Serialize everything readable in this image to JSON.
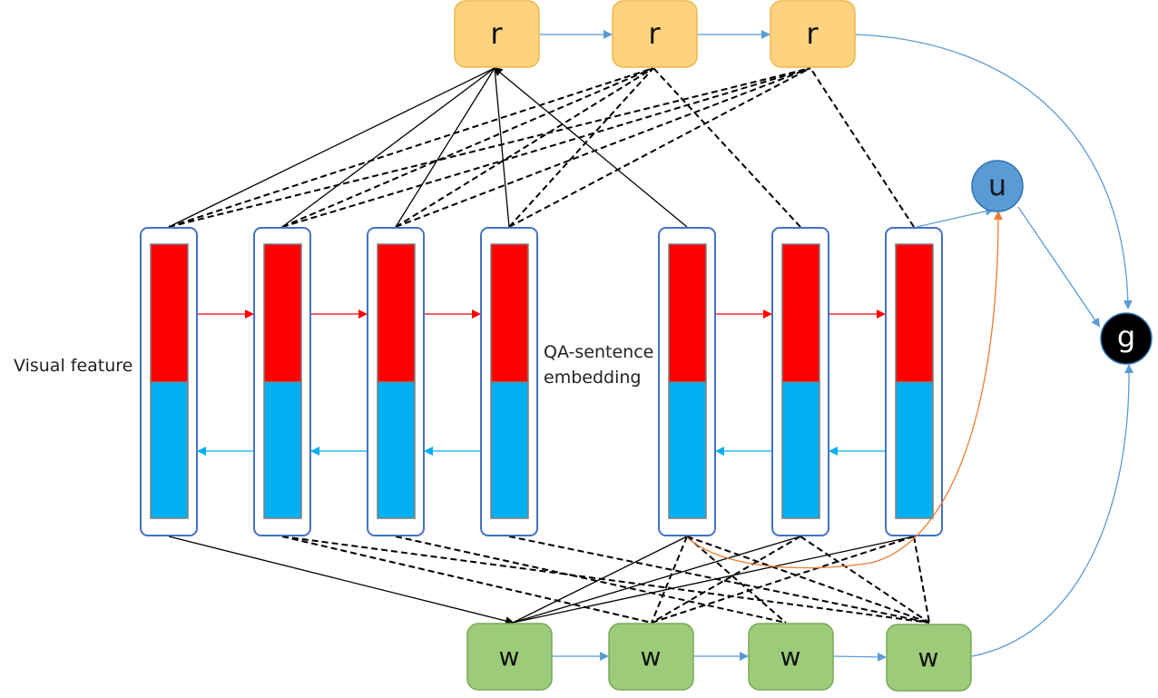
{
  "labels": {
    "visual_feature": "Visual feature",
    "qa_line1": "QA-sentence",
    "qa_line2": "embedding"
  },
  "nodes": {
    "r": [
      "r",
      "r",
      "r"
    ],
    "w": [
      "w",
      "w",
      "w",
      "w"
    ],
    "u": "u",
    "g": "g"
  },
  "colors": {
    "r_fill": "#ffd27f",
    "r_stroke": "#e8b94a",
    "w_fill": "#9ccc7a",
    "w_stroke": "#78a85a",
    "u_fill": "#5b9bd5",
    "u_stroke": "#2e75b6",
    "g_fill": "#000000",
    "feature_top": "#ff0000",
    "feature_bottom": "#00b0f0",
    "column_border": "#4472c4",
    "arrow_blue": "#5b9bd5",
    "arrow_red": "#ff0000",
    "arrow_cyan": "#00b0f0",
    "arrow_orange": "#ed7d31",
    "line_black": "#000000"
  }
}
